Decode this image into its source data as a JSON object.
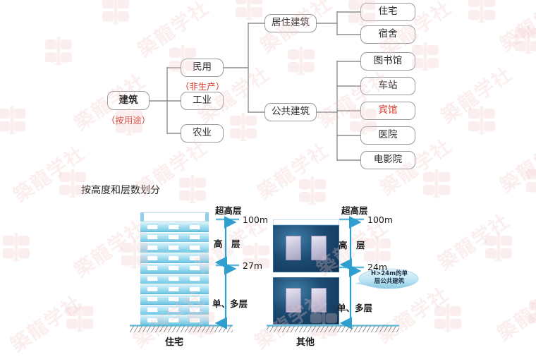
{
  "watermark": {
    "text": "築龍学社",
    "color": "#f3c9ca"
  },
  "tree": {
    "title_note": "建筑分类树状图",
    "root": {
      "label": "建筑",
      "sub": "（按用途）"
    },
    "level1": [
      {
        "label": "民用",
        "sub": "（非生产）"
      },
      {
        "label": "工业",
        "sub": ""
      },
      {
        "label": "农业",
        "sub": ""
      }
    ],
    "level2": [
      {
        "label": "居住建筑"
      },
      {
        "label": "公共建筑"
      }
    ],
    "residential_children": [
      {
        "label": "住宅",
        "highlight": false
      },
      {
        "label": "宿舍",
        "highlight": false
      }
    ],
    "public_children": [
      {
        "label": "图书馆",
        "highlight": false
      },
      {
        "label": "车站",
        "highlight": false
      },
      {
        "label": "宾馆",
        "highlight": true
      },
      {
        "label": "医院",
        "highlight": false
      },
      {
        "label": "电影院",
        "highlight": false
      }
    ],
    "highlight_color": "#d8372a"
  },
  "section": {
    "title": "按高度和层数划分"
  },
  "diagram_left": {
    "caption": "住宅",
    "floors": 10,
    "windows_per_floor": 3,
    "marks": {
      "top_label": "超高层",
      "top_value": "100m",
      "mid_label": "高　层",
      "mid_value": "27m",
      "bottom_label": "单、多层"
    }
  },
  "diagram_right": {
    "caption": "其他",
    "blocks": 2,
    "windows_per_block": 2,
    "marks": {
      "top_label": "超高层",
      "top_value": "100m",
      "mid_label": "高　层",
      "mid_value": "24m",
      "bottom_label": "单、多层"
    },
    "callout": "H>24m的单\n层公共建筑"
  }
}
